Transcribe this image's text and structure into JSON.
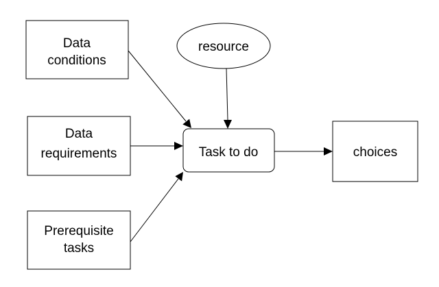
{
  "nodes": {
    "data_conditions": [
      "Data",
      "conditions"
    ],
    "data_requirements": [
      "Data",
      "requirements"
    ],
    "prerequisite_tasks": [
      "Prerequisite",
      "tasks"
    ],
    "resource": [
      "resource"
    ],
    "task": [
      "Task to do"
    ],
    "choices": [
      "choices"
    ]
  }
}
